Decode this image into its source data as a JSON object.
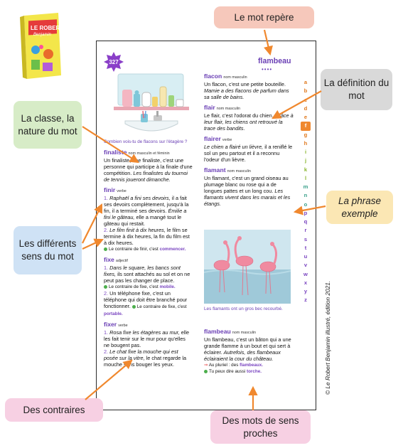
{
  "page_number": "327",
  "headword_marker": "flambeau",
  "book": {
    "title_line1": "LE ROBERT",
    "title_line2": "Benjamin"
  },
  "left_column": {
    "image_caption": "Combien vois-tu de flacons sur l'étagère ?",
    "entries": [
      {
        "headword": "finaliste",
        "pos": "nom masculin et féminin",
        "text": "Un finaliste, une finaliste, c'est une personne qui participe à la finale d'une compétition.",
        "example": "Les finalistes du tournoi de tennis joueront dimanche."
      },
      {
        "headword": "finir",
        "pos": "verbe",
        "senses": [
          {
            "num": "1.",
            "example": "Raphaël a fini ses devoirs,",
            "text": "il a fait ses devoirs complètement, jusqu'à la fin, il a terminé ses devoirs.",
            "example2": "Émilie a fini le gâteau,",
            "text2": "elle a mangé tout le gâteau qui restait."
          },
          {
            "num": "2.",
            "example": "Le film finit à dix heures,",
            "text": "le film se termine à dix heures, la fin du film est à dix heures."
          }
        ],
        "contrary": {
          "label": "Le contraire de finir, c'est",
          "word": "commencer."
        }
      },
      {
        "headword": "fixe",
        "pos": "adjectif",
        "senses": [
          {
            "num": "1.",
            "example": "Dans le square, les bancs sont fixes,",
            "text": "ils sont attachés au sol et on ne peut pas les changer de place."
          },
          {
            "num": "2.",
            "text": "Un téléphone fixe, c'est un téléphone qui doit être branché pour fonctionner."
          }
        ],
        "contrary1": {
          "label": "Le contraire de fixe, c'est",
          "word": "mobile."
        },
        "contrary2": {
          "label": "Le contraire de fixe, c'est",
          "word": "portable."
        }
      },
      {
        "headword": "fixer",
        "pos": "verbe",
        "senses": [
          {
            "num": "1.",
            "example": "Rosa fixe les étagères au mur,",
            "text": "elle les fait tenir sur le mur pour qu'elles ne bougent pas."
          },
          {
            "num": "2.",
            "example": "Le chat fixe la mouche qui est posée sur la vitre,",
            "text": "le chat regarde la mouche sans bouger les yeux."
          }
        ]
      }
    ]
  },
  "right_column": {
    "entries": [
      {
        "headword": "flacon",
        "pos": "nom masculin",
        "text": "Un flacon, c'est une petite bouteille.",
        "example": "Mamie a des flacons de parfum dans sa salle de bains."
      },
      {
        "headword": "flair",
        "pos": "nom masculin",
        "text": "Le flair, c'est l'odorat du chien.",
        "example": "Grâce à leur flair, les chiens ont retrouvé la trace des bandits."
      },
      {
        "headword": "flairer",
        "pos": "verbe",
        "example": "Le chien a flairé un lièvre,",
        "text": "il a reniflé le sol un peu partout et il a reconnu l'odeur d'un lièvre."
      },
      {
        "headword": "flamant",
        "pos": "nom masculin",
        "text": "Un flamant, c'est un grand oiseau au plumage blanc ou rose qui a de longues pattes et un long cou.",
        "example": "Les flamants vivent dans les marais et les étangs."
      }
    ],
    "image_caption": "Les flamants ont un gros bec recourbé.",
    "last_entry": {
      "headword": "flambeau",
      "pos": "nom masculin",
      "text": "Un flambeau, c'est un bâton qui a une grande flamme à un bout et qui sert à éclairer.",
      "example": "Autrefois, des flambeaux éclairaient la cour du château.",
      "plural_label": "Au pluriel : des",
      "plural_word": "flambeaux.",
      "synonym_label": "Tu peux dire aussi",
      "synonym_word": "torche."
    }
  },
  "alphabet": [
    "a",
    "b",
    "c",
    "d",
    "e",
    "f",
    "g",
    "h",
    "i",
    "j",
    "k",
    "l",
    "m",
    "n",
    "o",
    "p",
    "q",
    "r",
    "s",
    "t",
    "u",
    "v",
    "w",
    "x",
    "y",
    "z"
  ],
  "active_letter": "f",
  "copyright": "© Le Robert Benjamin illustré, édition 2021.",
  "callouts": {
    "mot_repere": "Le mot repère",
    "definition": "La définition du mot",
    "classe": "La classe, la nature du mot",
    "phrase": "La phrase exemple",
    "sens": "Les différents sens du mot",
    "contraires": "Des contraires",
    "sens_proches": "Des mots de sens proches"
  },
  "colors": {
    "orange": "#f0882e",
    "purple": "#6a3fb5",
    "callout_red": "#f6c8bb",
    "callout_gray": "#d9d9d9",
    "callout_green": "#d7ecc7",
    "callout_yellow": "#fbe7b4",
    "callout_blue": "#cfe2f5",
    "callout_pink": "#f7d0e3"
  }
}
